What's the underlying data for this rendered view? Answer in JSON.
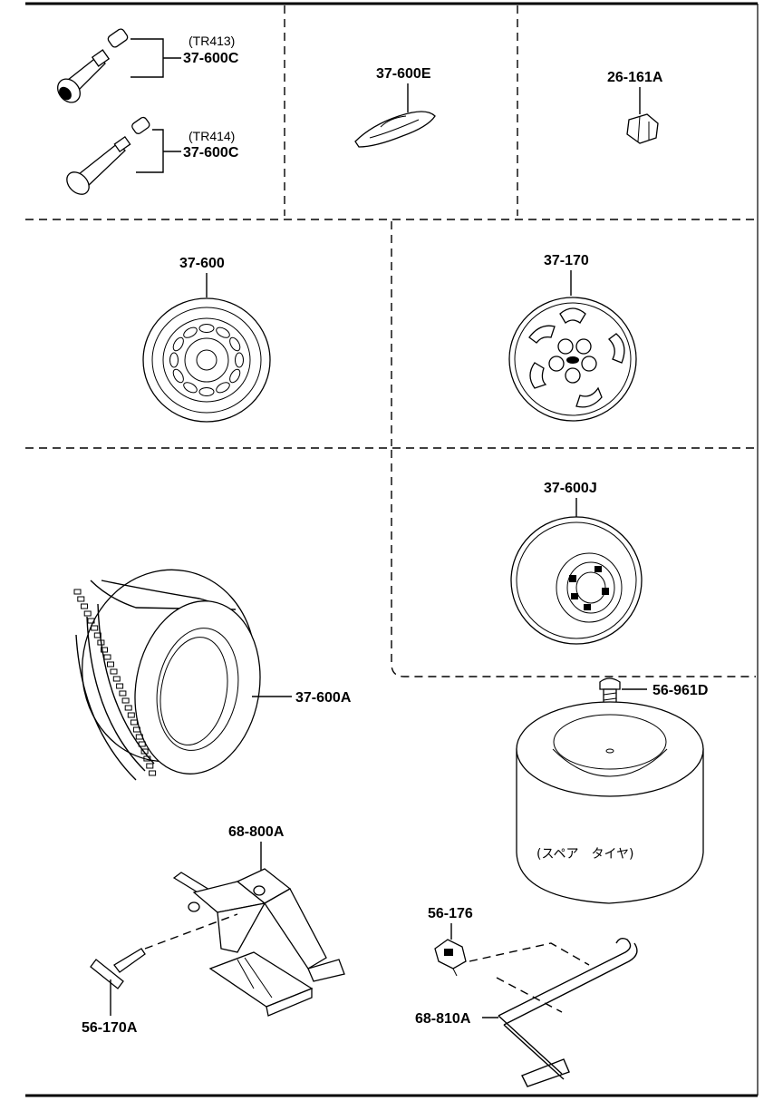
{
  "parts": {
    "valve_tr413_code": "(TR413)",
    "valve_tr413_part": "37-600C",
    "valve_tr414_code": "(TR414)",
    "valve_tr414_part": "37-600C",
    "weight": "37-600E",
    "lug_nut": "26-161A",
    "steel_wheel": "37-600",
    "wheel_cover": "37-170",
    "spare_wheel": "37-600J",
    "tire": "37-600A",
    "spare_bolt": "56-961D",
    "spare_tire_text": "(スペア　タイヤ)",
    "jack": "68-800A",
    "jack_handle_pin": "56-170A",
    "clip": "56-176",
    "wrench": "68-810A"
  }
}
